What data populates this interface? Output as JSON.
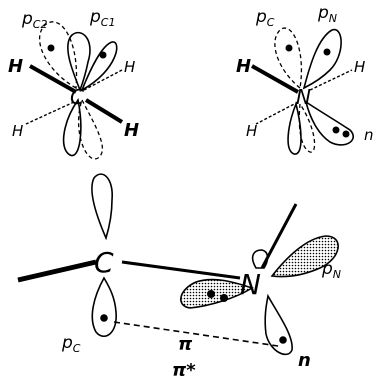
{
  "panel_top_left": {
    "atom": "C",
    "orbital_label_1": "p",
    "orbital_sub_1": "C2",
    "orbital_label_2": "p",
    "orbital_sub_2": "C1",
    "substituent": "H"
  },
  "panel_top_right": {
    "atom": "N",
    "orbital_label_1": "p",
    "orbital_sub_1": "C",
    "orbital_label_2": "p",
    "orbital_sub_2": "N",
    "substituent": "H",
    "lone_pair_label": "n"
  },
  "panel_bottom": {
    "atom_c": "C",
    "atom_n": "N",
    "pn_label": "p",
    "pn_sub": "N",
    "pc_label": "p",
    "pc_sub": "C",
    "pi_label": "π",
    "pi_star_label": "π*",
    "n_label": "n"
  },
  "colors": {
    "ink": "#000000",
    "background": "#ffffff"
  }
}
